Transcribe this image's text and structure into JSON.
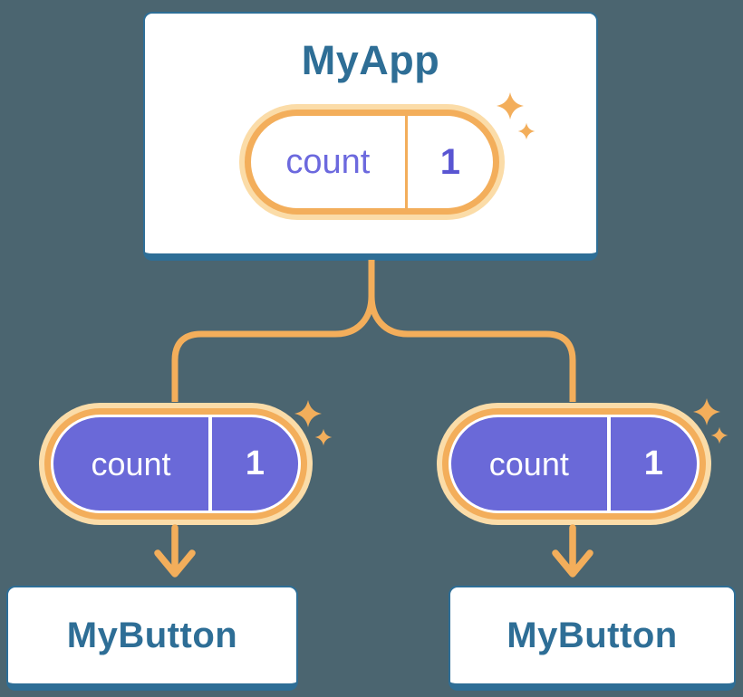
{
  "colors": {
    "background": "#4B6570",
    "blue": "#2E6E96",
    "orange": "#F3AE5B",
    "orange-halo": "#FBDCA8",
    "purple": "#6A69D8",
    "purple-text": "#6C69DE",
    "purple-value": "#5955D2",
    "card-bg": "#FFFFFF"
  },
  "icons": {
    "sparkle": "4-point-star"
  },
  "root_card": {
    "title": "MyApp",
    "pill": {
      "label": "count",
      "value": "1"
    }
  },
  "left_branch": {
    "pill": {
      "label": "count",
      "value": "1"
    },
    "card": {
      "title": "MyButton"
    }
  },
  "right_branch": {
    "pill": {
      "label": "count",
      "value": "1"
    },
    "card": {
      "title": "MyButton"
    }
  }
}
